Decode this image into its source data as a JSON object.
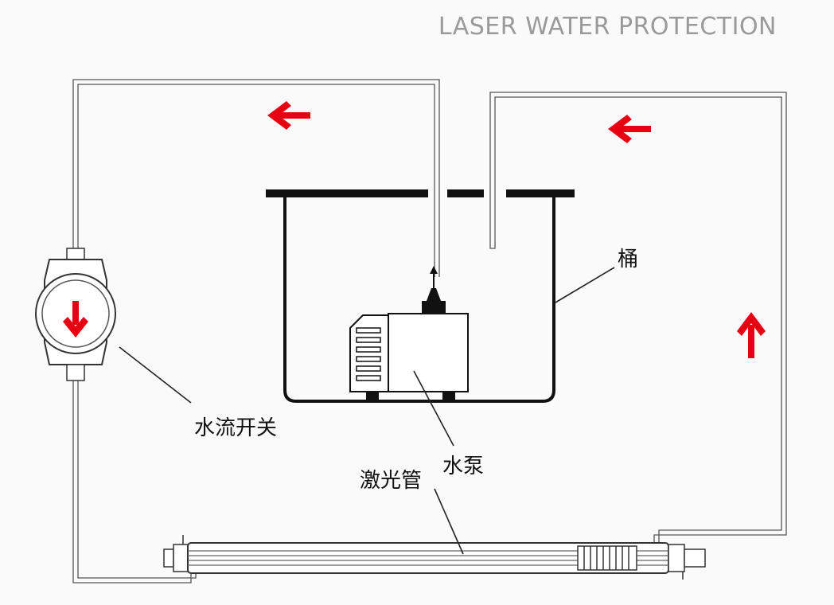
{
  "title": "LASER WATER PROTECTION",
  "labels": {
    "bucket": "桶",
    "flow_switch": "水流开关",
    "water_pump": "水泵",
    "laser_tube": "激光管"
  },
  "colors": {
    "arrow": "#e60012",
    "line": "#111111",
    "pipe": "#555555",
    "title": "#9a9a9a"
  }
}
